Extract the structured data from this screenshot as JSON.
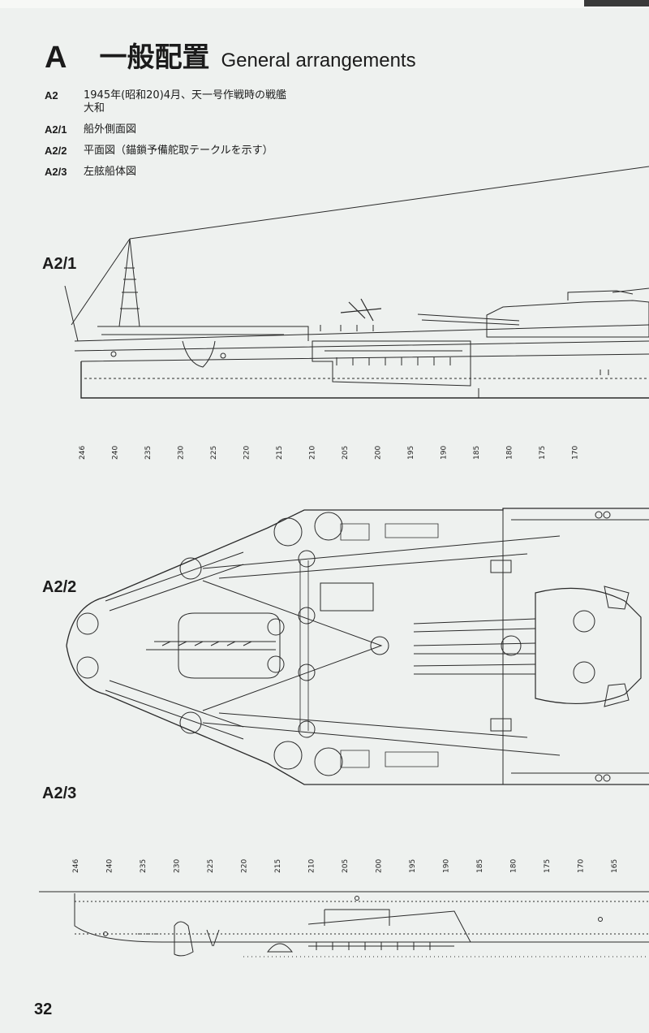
{
  "header": {
    "letter": "A",
    "title_jp": "一般配置",
    "title_en": "General arrangements"
  },
  "legend": [
    {
      "code": "A2",
      "text": "1945年(昭和20)4月、天一号作戦時の戦艦大和"
    },
    {
      "code": "A2/1",
      "text": "船外側面図"
    },
    {
      "code": "A2/2",
      "text": "平面図（錨鎖予備舵取テークルを示す）"
    },
    {
      "code": "A2/3",
      "text": "左舷船体図"
    }
  ],
  "sections": {
    "a21": "A2/1",
    "a22": "A2/2",
    "a23": "A2/3"
  },
  "frames_top": [
    "246",
    "240",
    "235",
    "230",
    "225",
    "220",
    "215",
    "210",
    "205",
    "200",
    "195",
    "190",
    "185",
    "180",
    "175",
    "170"
  ],
  "frames_bottom": [
    "246",
    "240",
    "235",
    "230",
    "225",
    "220",
    "215",
    "210",
    "205",
    "200",
    "195",
    "190",
    "185",
    "180",
    "175",
    "170",
    "165"
  ],
  "page_number": "32"
}
